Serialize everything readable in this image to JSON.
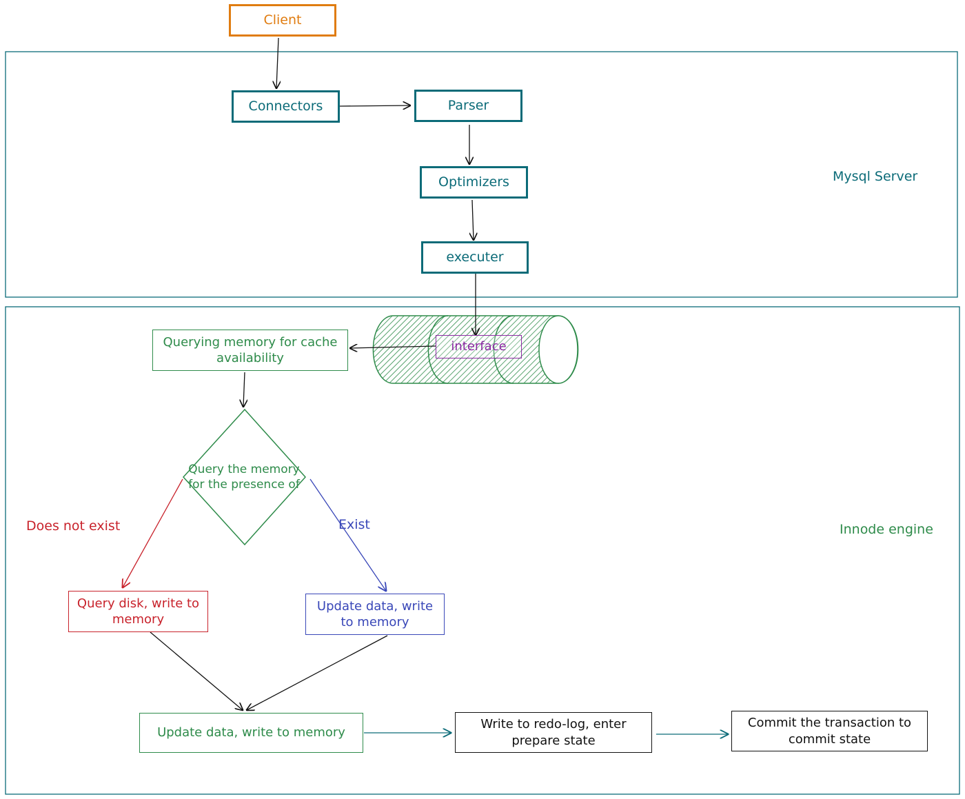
{
  "colors": {
    "teal": "#0b6b78",
    "orange": "#e07c10",
    "green": "#2e8b4a",
    "red": "#c8222b",
    "blue": "#3947b8",
    "purple": "#8b2aa3",
    "black": "#111111"
  },
  "nodes": {
    "client": "Client",
    "connectors": "Connectors",
    "parser": "Parser",
    "optimizers": "Optimizers",
    "executer": "executer",
    "interface": "interface",
    "query_memory": "Querying memory for cache availability",
    "decision": "Query the memory for the presence of",
    "query_disk": "Query disk, write to memory",
    "update_exist": "Update data, write to memory",
    "update_data": "Update data, write to memory",
    "redo_log": "Write to redo-log, enter prepare state",
    "commit": "Commit the transaction to commit state"
  },
  "labels": {
    "mysql_server": "Mysql Server",
    "innodb_engine": "Innode engine",
    "does_not_exist": "Does not exist",
    "exist": "Exist"
  }
}
